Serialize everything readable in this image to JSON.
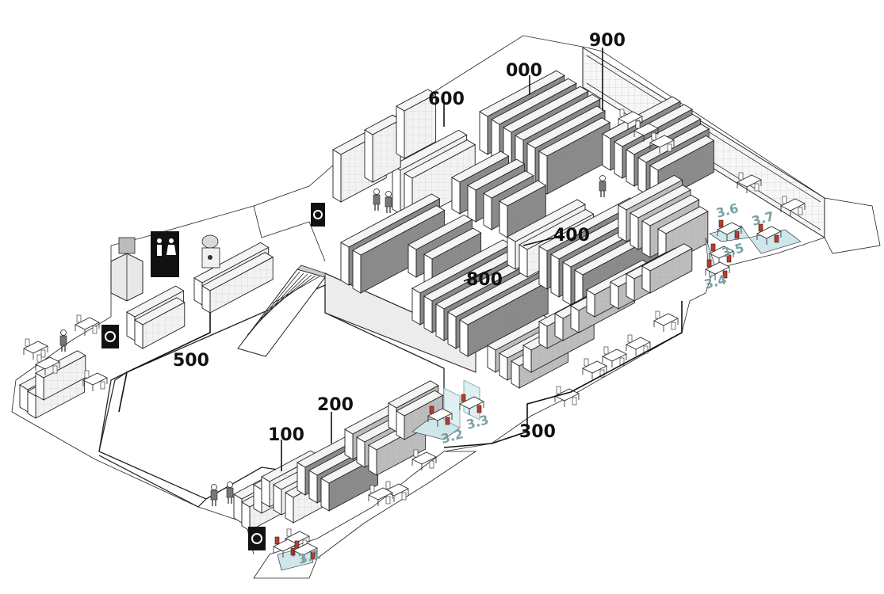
{
  "map": {
    "sections": [
      {
        "id": "s000",
        "label": "000"
      },
      {
        "id": "s100",
        "label": "100"
      },
      {
        "id": "s200",
        "label": "200"
      },
      {
        "id": "s300",
        "label": "300"
      },
      {
        "id": "s400",
        "label": "400"
      },
      {
        "id": "s500",
        "label": "500"
      },
      {
        "id": "s600",
        "label": "600"
      },
      {
        "id": "s800",
        "label": "800"
      },
      {
        "id": "s900",
        "label": "900"
      }
    ],
    "rooms": [
      {
        "id": "r31",
        "label": "3.1"
      },
      {
        "id": "r32",
        "label": "3.2"
      },
      {
        "id": "r33",
        "label": "3.3"
      },
      {
        "id": "r34",
        "label": "3.4"
      },
      {
        "id": "r35",
        "label": "3.5"
      },
      {
        "id": "r36",
        "label": "3.6"
      },
      {
        "id": "r37",
        "label": "3.7"
      }
    ],
    "icons": {
      "restroom": "restroom-icon",
      "elevator": "elevator-icon",
      "water_cooler": "water-cooler-icon",
      "stairs": "stairs-icon",
      "recycle": "recycle-icon"
    },
    "colors": {
      "shelf_dark": "#8a8a8a",
      "shelf_mid": "#bdbdbd",
      "shelf_light": "#f2f2f2",
      "room_highlight": "#cfe6ea",
      "room_text": "#7aa0a3",
      "chair": "#c0392b"
    }
  }
}
